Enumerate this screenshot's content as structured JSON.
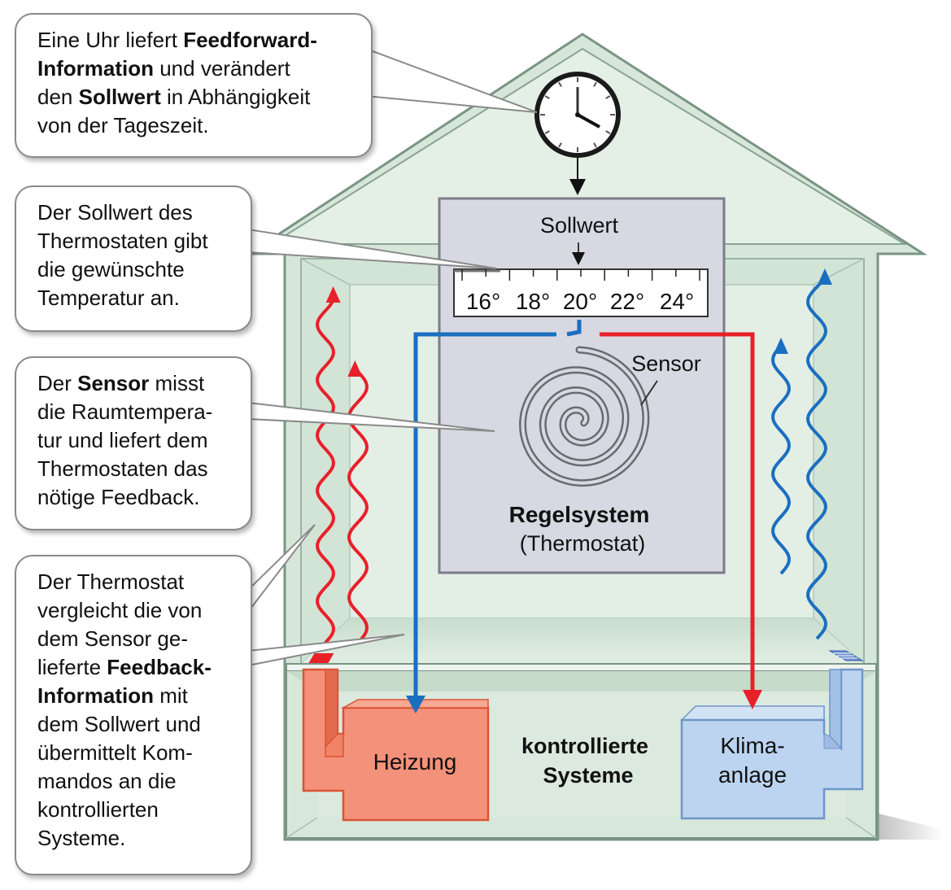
{
  "callouts": {
    "clock": {
      "t1": "Eine Uhr liefert ",
      "b1": "Feedforward-",
      "b2": "Information",
      "t2": " und verändert",
      "t3": "den ",
      "b3": "Sollwert",
      "t4": " in Abhängigkeit",
      "t5": "von der Tageszeit."
    },
    "setpoint": {
      "l1": "Der Sollwert des",
      "l2": "Thermostaten gibt",
      "l3": "die gewünschte",
      "l4": "Temperatur an."
    },
    "sensor": {
      "t1": "Der ",
      "b1": "Sensor",
      "t2": " misst",
      "l2": "die Raumtempera-",
      "l3": "tur und liefert dem",
      "l4": "Thermostaten das",
      "l5": "nötige Feedback."
    },
    "thermostat": {
      "l1": "Der Thermostat",
      "l2": "vergleicht die von",
      "l3": "dem Sensor ge-",
      "t4": "lieferte ",
      "b4": "Feedback-",
      "b5": "Information",
      "t5": " mit",
      "l6": "dem Sollwert und",
      "l7": "übermittelt Kom-",
      "l8": "mandos an die",
      "l9": "kontrollierten",
      "l10": "Systeme."
    }
  },
  "thermostat_panel": {
    "setpoint_label": "Sollwert",
    "scale": [
      "16°",
      "18°",
      "20°",
      "22°",
      "24°"
    ],
    "sensor_label": "Sensor",
    "title": "Regelsystem",
    "subtitle": "(Thermostat)"
  },
  "systems": {
    "heater": "Heizung",
    "center_l1": "kontrollierte",
    "center_l2": "Systeme",
    "ac_l1": "Klima-",
    "ac_l2": "anlage"
  },
  "colors": {
    "heat_red": "#e8202a",
    "cool_blue": "#1a6fc0",
    "heater_fill": "#f4917a",
    "ac_fill": "#bcd4f0",
    "panel_fill": "#d8d8e0",
    "house_fill": "#d9e8dc"
  },
  "icons": [
    "clock-icon",
    "sensor-coil-icon",
    "heat-wave-icon",
    "cool-wave-icon",
    "vent-icon"
  ]
}
